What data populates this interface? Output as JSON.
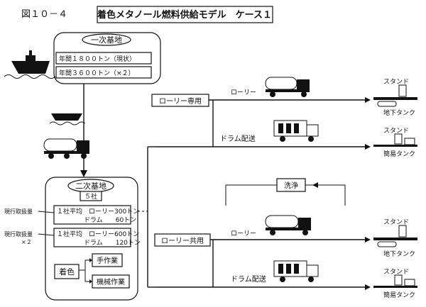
{
  "figure_no": "図１０－４",
  "title": "着色メタノール燃料供給モデル　ケース１",
  "primary_base": {
    "label": "一次基地",
    "annual_now": "年間１８００トン（現状）",
    "annual_x2": "年間３６００トン（×２）"
  },
  "secondary_base": {
    "label": "二次基地",
    "companies": "５社",
    "current_volume": "現行取扱量",
    "current_volume_x2_a": "現行取扱量",
    "current_volume_x2_b": "×２",
    "avg1_line1": "１社平均　ローリー300トン",
    "avg1_line2": "ドラム　　60トン",
    "avg2_line1": "１社平均　ローリー600トン",
    "avg2_line2": "ドラム　　120トン",
    "coloring": "着色",
    "manual": "手作業",
    "machine": "機械作業"
  },
  "routes": {
    "lorry_only": "ローリー専用",
    "lorry_shared": "ローリー共用",
    "lorry_label": "ローリー",
    "drum_delivery": "ドラム配送",
    "washing": "洗浄"
  },
  "destinations": {
    "stand": "スタンド",
    "underground_tank": "地下タンク",
    "simple_tank": "簡易タンク"
  }
}
